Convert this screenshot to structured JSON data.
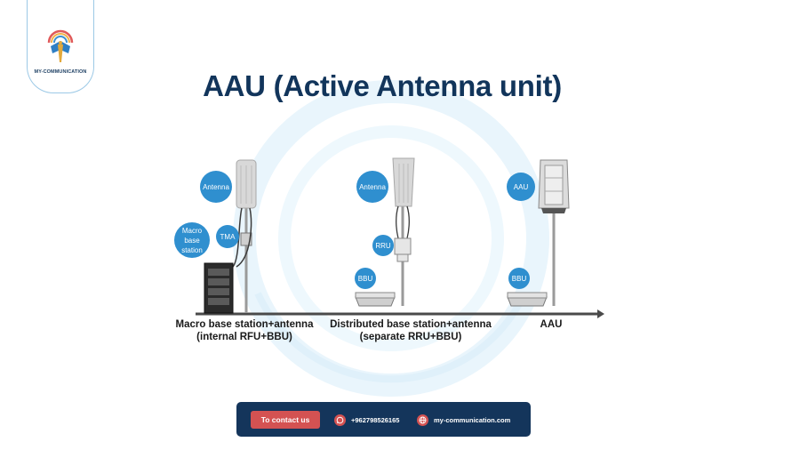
{
  "brand": {
    "name": "MY-COMMUNICATION"
  },
  "title": "AAU (Active Antenna unit)",
  "diagram": {
    "labels": {
      "antenna_1": "Antenna",
      "macro_line1": "Macro",
      "macro_line2": "base",
      "macro_line3": "station",
      "tma": "TMA",
      "antenna_2": "Antenna",
      "rru": "RRU",
      "bbu_2": "BBU",
      "aau": "AAU",
      "bbu_3": "BBU"
    },
    "captions": {
      "macro_line1": "Macro base station+antenna",
      "macro_line2": "(internal RFU+BBU)",
      "distributed_line1": "Distributed base station+antenna",
      "distributed_line2": "(separate RRU+BBU)",
      "aau": "AAU"
    }
  },
  "footer": {
    "contact_label": "To contact us",
    "phone": "+962798526165",
    "website": "my-communication.com"
  },
  "colors": {
    "title": "#12355b",
    "bubble": "#2f8fcf",
    "footer_bg": "#14355b",
    "accent": "#d45252"
  }
}
